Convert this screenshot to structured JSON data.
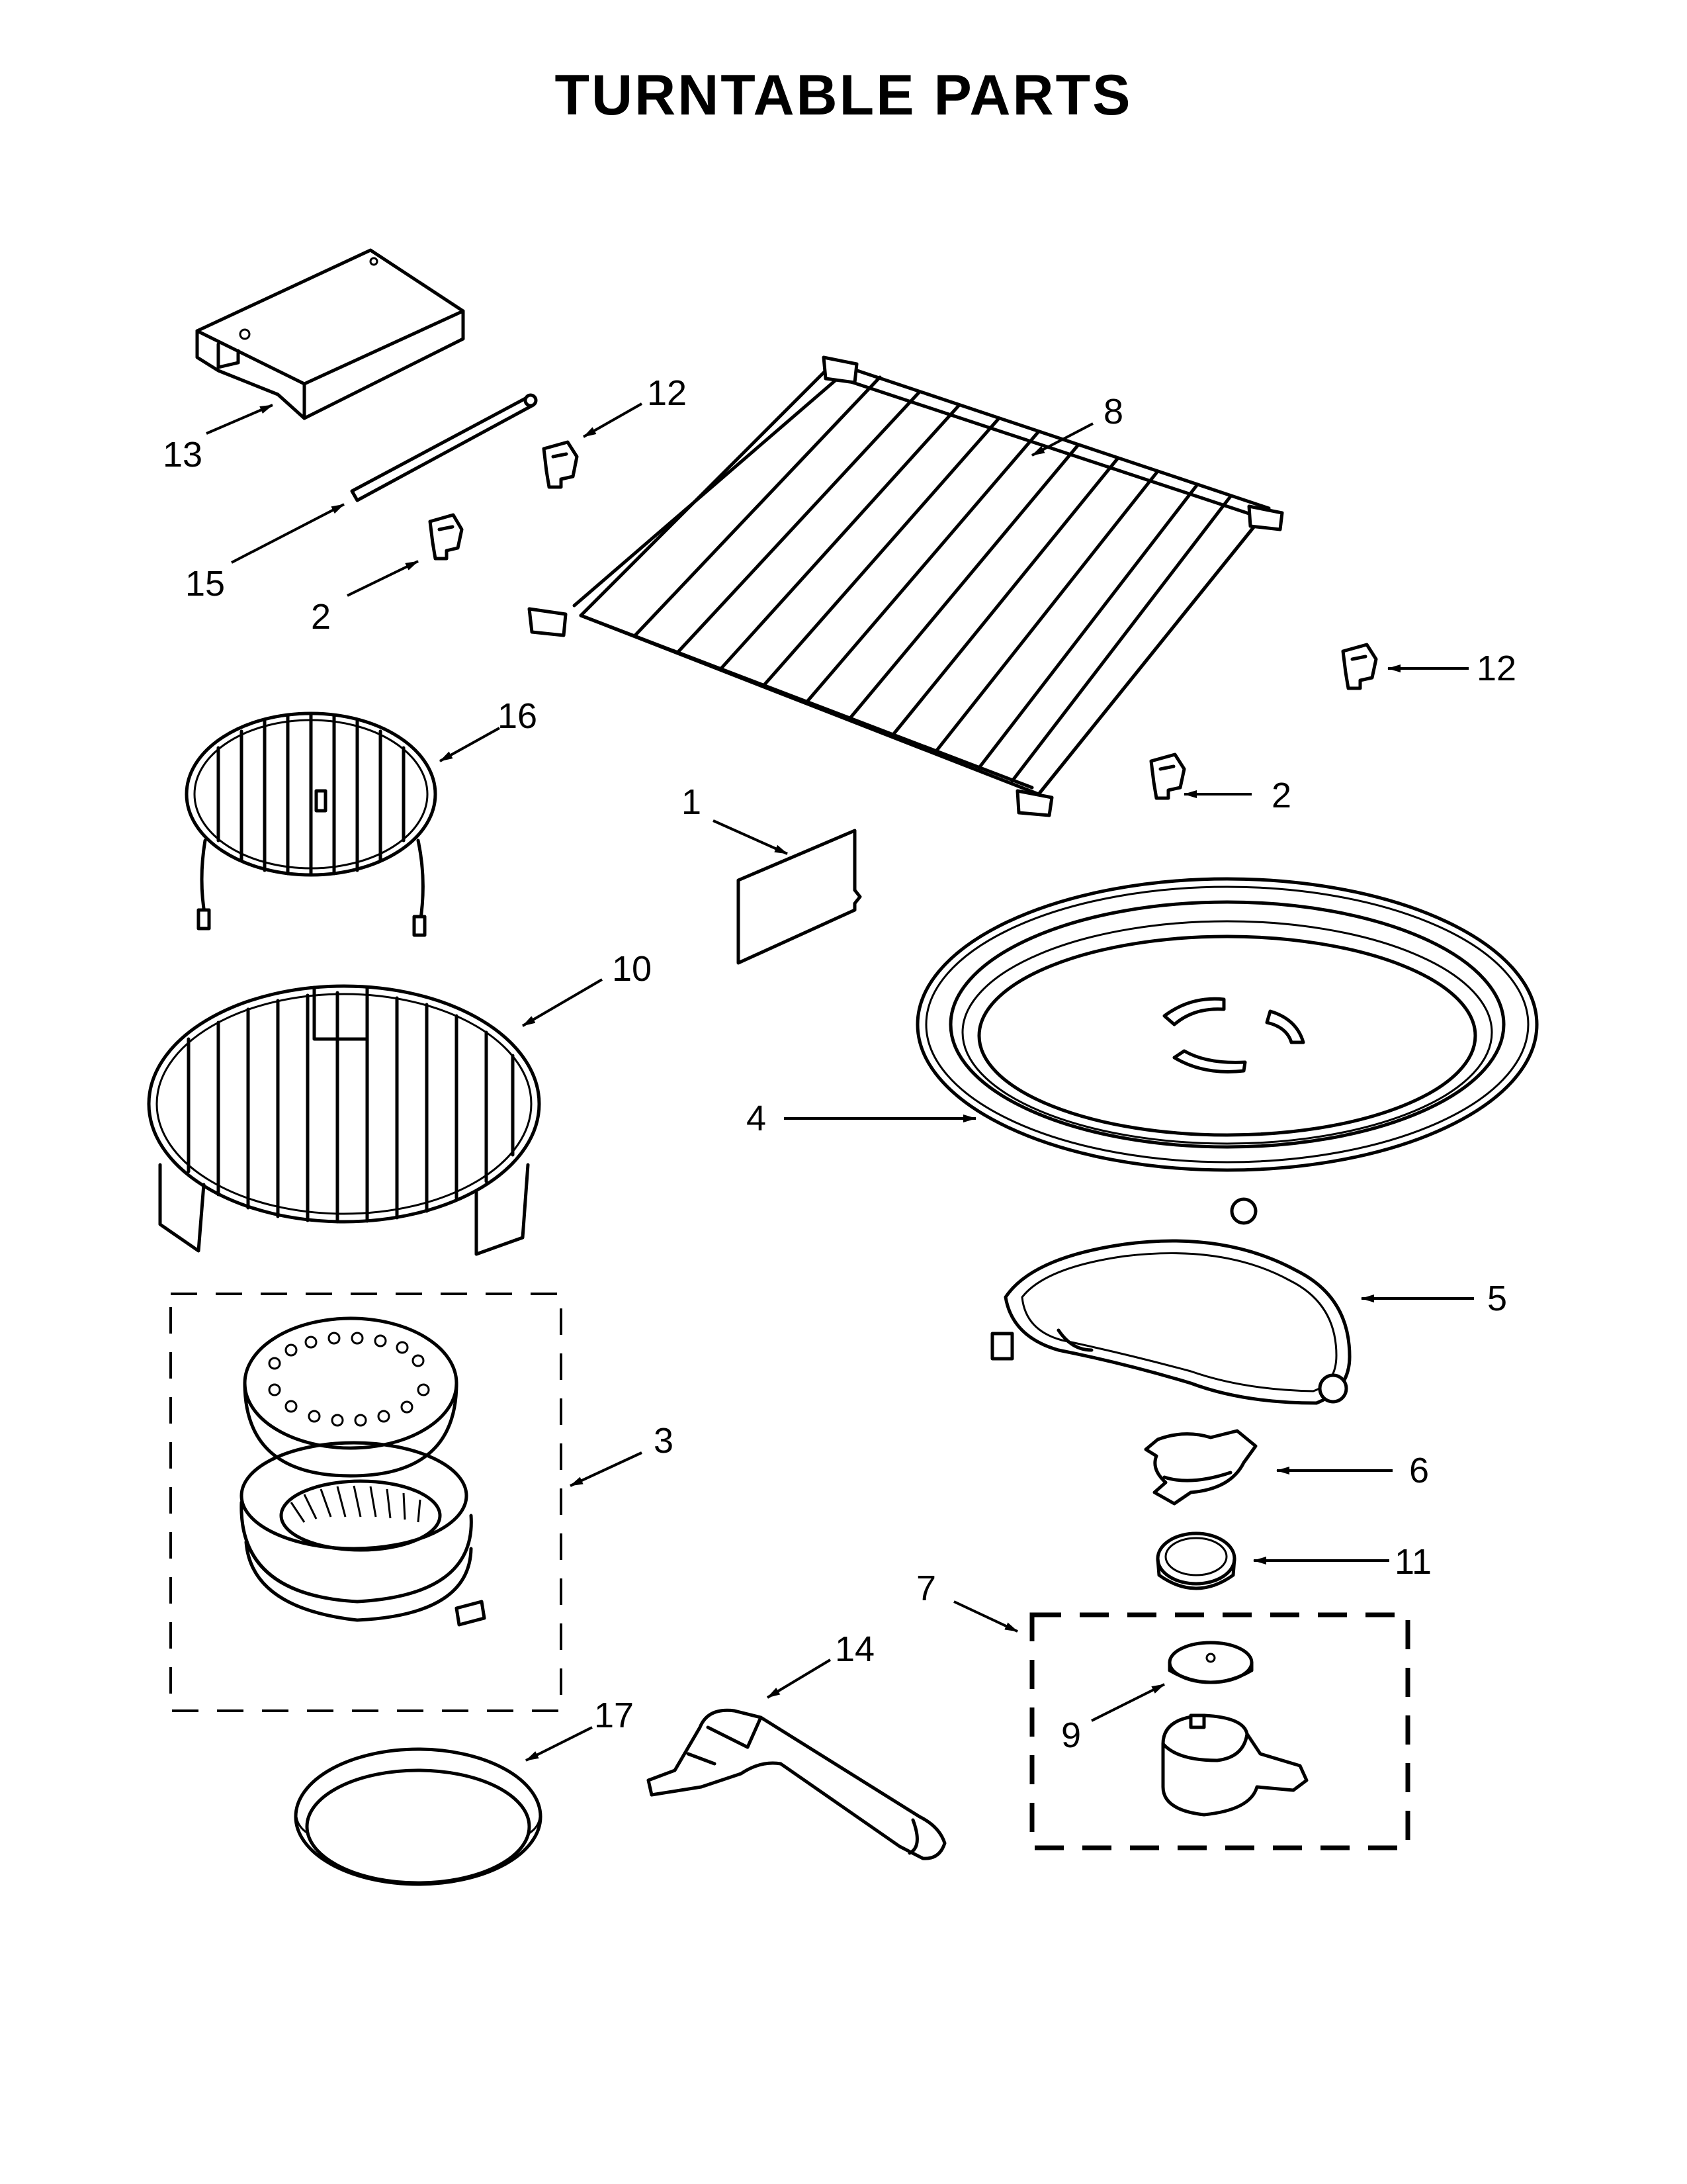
{
  "title": "TURNTABLE PARTS",
  "callouts": [
    {
      "id": "c1",
      "label": "1"
    },
    {
      "id": "c2a",
      "label": "2"
    },
    {
      "id": "c2b",
      "label": "2"
    },
    {
      "id": "c3",
      "label": "3"
    },
    {
      "id": "c4",
      "label": "4"
    },
    {
      "id": "c5",
      "label": "5"
    },
    {
      "id": "c6",
      "label": "6"
    },
    {
      "id": "c7",
      "label": "7"
    },
    {
      "id": "c8",
      "label": "8"
    },
    {
      "id": "c9",
      "label": "9"
    },
    {
      "id": "c10",
      "label": "10"
    },
    {
      "id": "c11",
      "label": "11"
    },
    {
      "id": "c12a",
      "label": "12"
    },
    {
      "id": "c12b",
      "label": "12"
    },
    {
      "id": "c13",
      "label": "13"
    },
    {
      "id": "c14",
      "label": "14"
    },
    {
      "id": "c15",
      "label": "15"
    },
    {
      "id": "c16",
      "label": "16"
    },
    {
      "id": "c17",
      "label": "17"
    }
  ]
}
